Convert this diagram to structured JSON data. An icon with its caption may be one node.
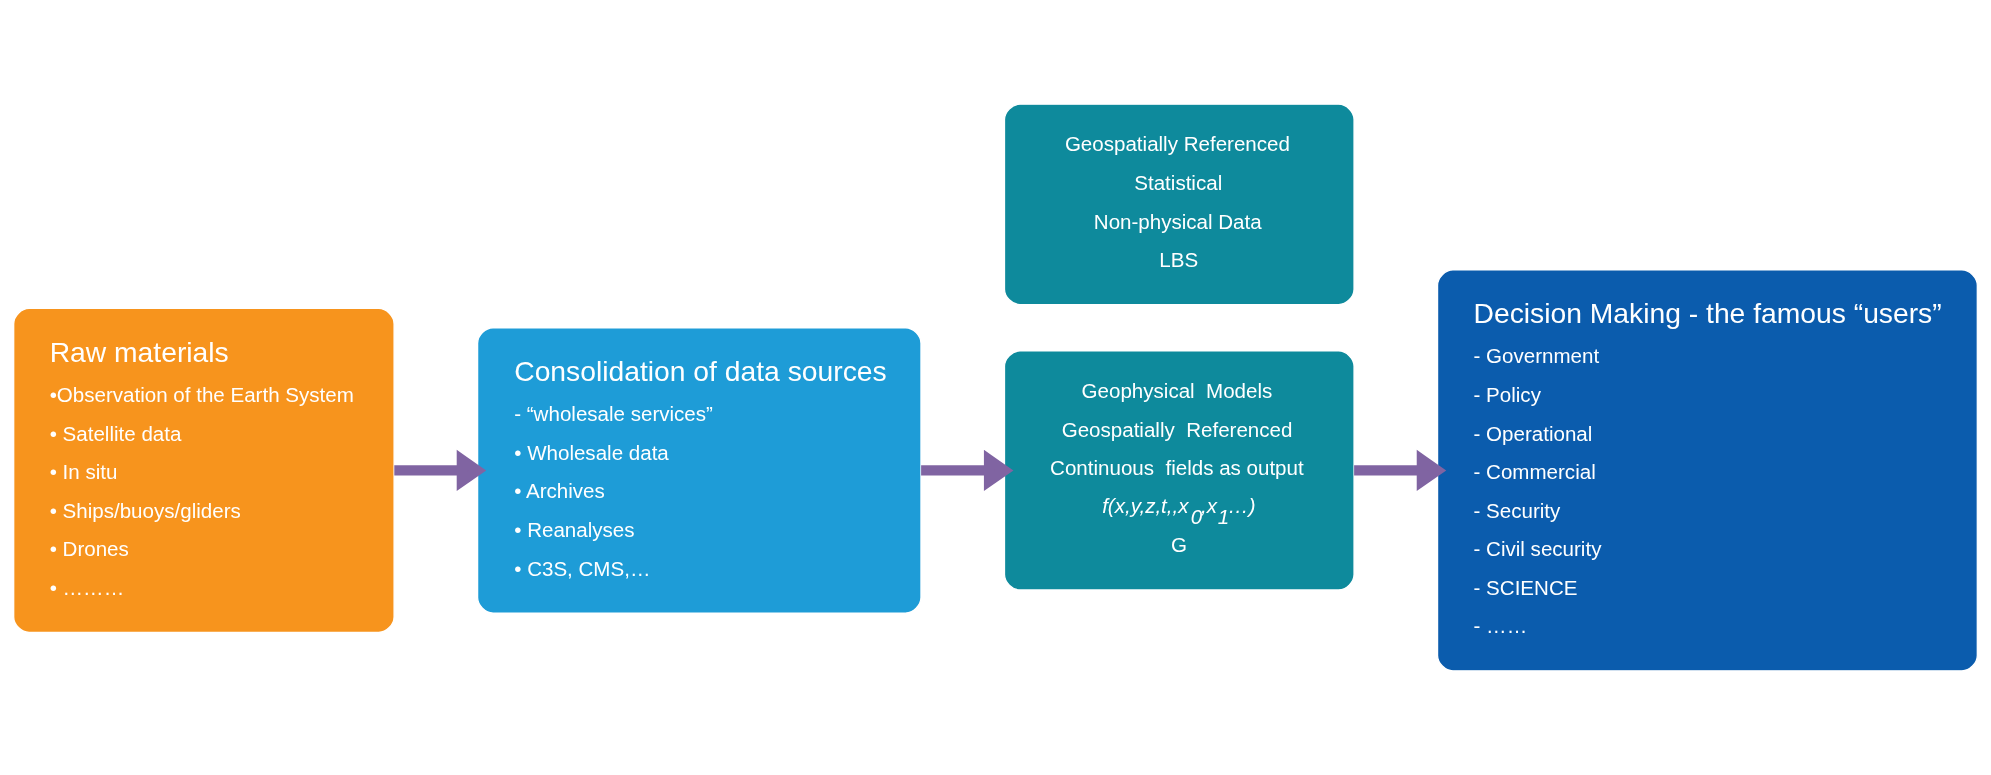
{
  "diagram": {
    "nodes": [
      {
        "text": [
          "Raw materials",
          "•Observation of the Earth System",
          "• Satellite data",
          "• In situ",
          "• Ships/buoys/gliders",
          "• Drones",
          "• ………"
        ]
      },
      {
        "text": [
          "Consolidation of data sources",
          "- “wholesale services”",
          "• Wholesale data",
          "• Archives",
          "• Reanalyses",
          "• C3S, CMS,…"
        ]
      },
      {
        "text": [
          "Geophysical  Models",
          "Geospatially  Referenced",
          "Continuous  fields as output",
          "f(x,y,z,t,,x$_{0}$,x$_{1}$…)",
          "G"
        ]
      },
      {
        "text": [
          "Geospatially Referenced",
          "Statistical",
          "Non-physical Data",
          "LBS"
        ]
      },
      {
        "text": [
          "Decision Making - the famous “users”",
          "- Government",
          "- Policy",
          "- Operational",
          "- Commercial",
          "- Security",
          "- Civil security",
          "- SCIENCE",
          "- ……"
        ]
      }
    ],
    "edges": [
      {
        "from": 0,
        "to": 1,
        "arrow": "to"
      },
      {
        "from": 1,
        "to": 2,
        "arrow": "to"
      },
      {
        "from": 2,
        "to": 4,
        "arrow": "to"
      }
    ]
  }
}
